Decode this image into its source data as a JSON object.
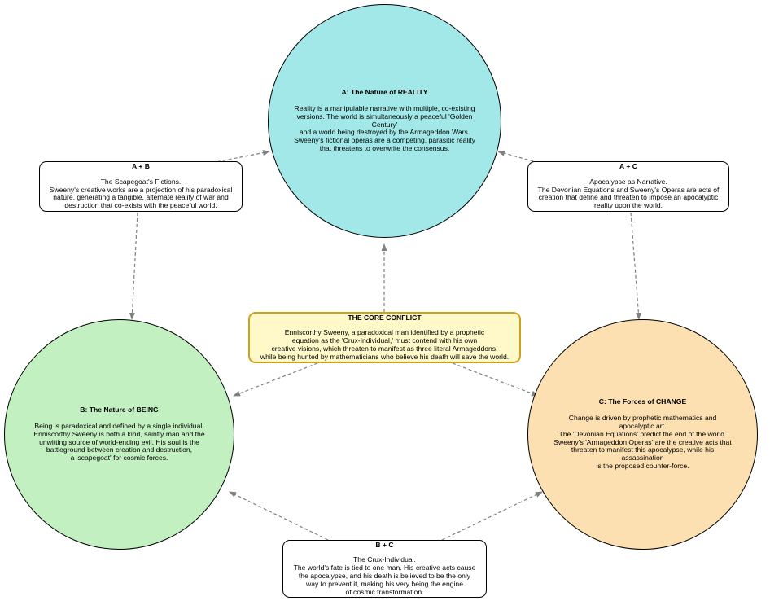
{
  "diagram": {
    "colors": {
      "reality_fill": "#a3e8e8",
      "being_fill": "#c2f0c0",
      "change_fill": "#fde0b2",
      "core_fill": "#fff8c9",
      "core_border": "#d0a21a",
      "box_fill": "#ffffff",
      "edge": "#808080"
    },
    "reality": {
      "title": "A: The Nature of REALITY",
      "text": "Reality is a manipulable narrative with multiple, co-existing\nversions. The world is simultaneously a peaceful 'Golden Century'\nand a world being destroyed by the Armageddon Wars.\nSweeny's fictional operas are a competing, parasitic reality\nthat threatens to overwrite the consensus."
    },
    "being": {
      "title": "B: The Nature of BEING",
      "text": "Being is paradoxical and defined by a single individual.\nEnniscorthy Sweeny is both a kind, saintly man and the\nunwitting source of world-ending evil. His soul is the\nbattleground between creation and destruction,\na 'scapegoat' for cosmic forces."
    },
    "change": {
      "title": "C: The Forces of CHANGE",
      "text": "Change is driven by prophetic mathematics and apocalyptic art.\nThe 'Devonian Equations' predict the end of the world.\nSweeny's 'Armageddon Operas' are the creative acts that\nthreaten to manifest this apocalypse, while his assassination\nis the proposed counter-force."
    },
    "core": {
      "title": "THE CORE CONFLICT",
      "text": "Enniscorthy Sweeny, a paradoxical man identified by a prophetic\nequation as the 'Crux-Individual,' must contend with his own\ncreative visions, which threaten to manifest as three literal Armageddons,\nwhile being hunted by mathematicians who believe his death will save the world."
    },
    "ab": {
      "title": "A + B",
      "text": "The Scapegoat's Fictions.\nSweeny's creative works are a projection of his paradoxical\nnature, generating a tangible, alternate reality of war and\ndestruction that co-exists with the peaceful world."
    },
    "ac": {
      "title": "A + C",
      "text": "Apocalypse as Narrative.\nThe Devonian Equations and Sweeny's Operas are acts of\ncreation that define and threaten to impose an apocalyptic\nreality upon the world."
    },
    "bc": {
      "title": "B + C",
      "text": "The Crux-Individual.\nThe world's fate is tied to one man. His creative acts cause\nthe apocalypse, and his death is believed to be the only\nway to prevent it, making his very being the engine\nof cosmic transformation."
    }
  }
}
